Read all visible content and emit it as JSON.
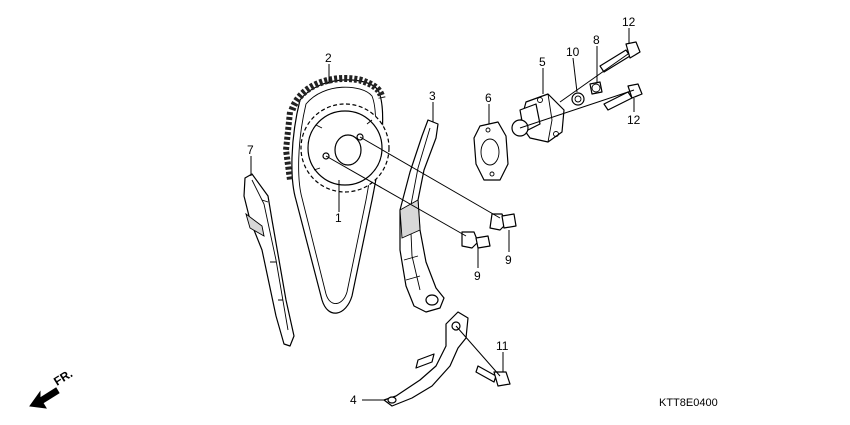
{
  "diagram": {
    "code": "KTT8E0400",
    "direction": "FR.",
    "callouts": [
      {
        "id": "c1",
        "label": "1"
      },
      {
        "id": "c2",
        "label": "2"
      },
      {
        "id": "c3",
        "label": "3"
      },
      {
        "id": "c4",
        "label": "4"
      },
      {
        "id": "c5",
        "label": "5"
      },
      {
        "id": "c6",
        "label": "6"
      },
      {
        "id": "c7",
        "label": "7"
      },
      {
        "id": "c8",
        "label": "8"
      },
      {
        "id": "c9a",
        "label": "9"
      },
      {
        "id": "c9b",
        "label": "9"
      },
      {
        "id": "c10",
        "label": "10"
      },
      {
        "id": "c11",
        "label": "11"
      },
      {
        "id": "c12a",
        "label": "12"
      },
      {
        "id": "c12b",
        "label": "12"
      }
    ]
  }
}
